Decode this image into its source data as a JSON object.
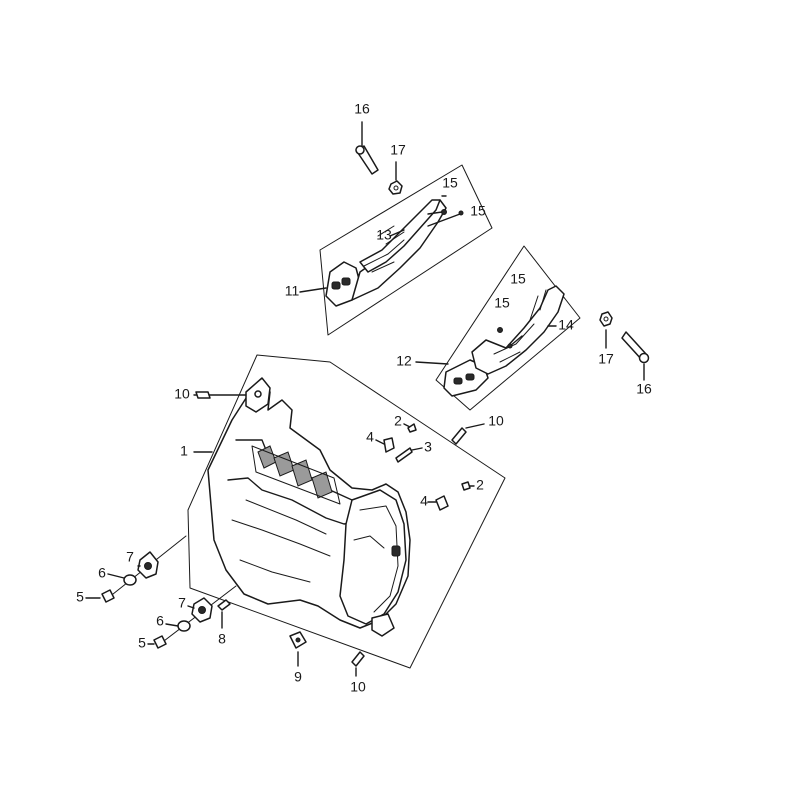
{
  "diagram": {
    "callouts": [
      {
        "id": "c16a",
        "text": "16"
      },
      {
        "id": "c17a",
        "text": "17"
      },
      {
        "id": "c15a",
        "text": "15"
      },
      {
        "id": "c15b",
        "text": "15"
      },
      {
        "id": "c13",
        "text": "13"
      },
      {
        "id": "c11",
        "text": "11"
      },
      {
        "id": "c15c",
        "text": "15"
      },
      {
        "id": "c15d",
        "text": "15"
      },
      {
        "id": "c14",
        "text": "14"
      },
      {
        "id": "c12",
        "text": "12"
      },
      {
        "id": "c17b",
        "text": "17"
      },
      {
        "id": "c16b",
        "text": "16"
      },
      {
        "id": "c10a",
        "text": "10"
      },
      {
        "id": "c10b",
        "text": "10"
      },
      {
        "id": "c1",
        "text": "1"
      },
      {
        "id": "c2a",
        "text": "2"
      },
      {
        "id": "c4a",
        "text": "4"
      },
      {
        "id": "c3",
        "text": "3"
      },
      {
        "id": "c4b",
        "text": "4"
      },
      {
        "id": "c2b",
        "text": "2"
      },
      {
        "id": "c7a",
        "text": "7"
      },
      {
        "id": "c6a",
        "text": "6"
      },
      {
        "id": "c5a",
        "text": "5"
      },
      {
        "id": "c7b",
        "text": "7"
      },
      {
        "id": "c6b",
        "text": "6"
      },
      {
        "id": "c5b",
        "text": "5"
      },
      {
        "id": "c8",
        "text": "8"
      },
      {
        "id": "c9",
        "text": "9"
      },
      {
        "id": "c10c",
        "text": "10"
      }
    ]
  }
}
